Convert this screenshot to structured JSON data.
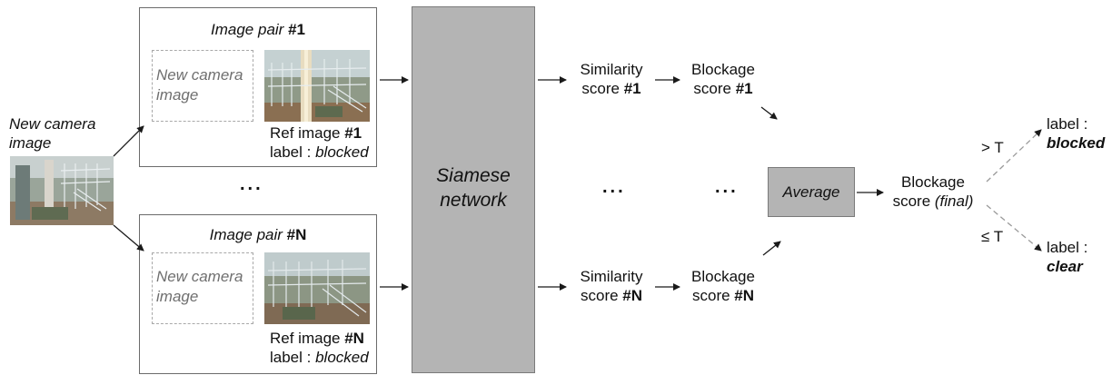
{
  "input": {
    "label_line1": "New camera",
    "label_line2": "image"
  },
  "pairs": [
    {
      "title_prefix": "Image pair ",
      "title_index": "#1",
      "placeholder_line1": "New camera",
      "placeholder_line2": "image",
      "ref_prefix": "Ref image ",
      "ref_index": "#1",
      "label_prefix": "label : ",
      "label_value": "blocked"
    },
    {
      "title_prefix": "Image pair ",
      "title_index": "#N",
      "placeholder_line1": "New camera",
      "placeholder_line2": "image",
      "ref_prefix": "Ref image ",
      "ref_index": "#N",
      "label_prefix": "label : ",
      "label_value": "blocked"
    }
  ],
  "pairs_ellipsis": "...",
  "network": {
    "line1": "Siamese",
    "line2": "network"
  },
  "scores": [
    {
      "sim_line1": "Similarity",
      "sim_prefix": "score ",
      "sim_index": "#1",
      "block_line1": "Blockage",
      "block_prefix": "score ",
      "block_index": "#1"
    },
    {
      "sim_line1": "Similarity",
      "sim_prefix": "score ",
      "sim_index": "#N",
      "block_line1": "Blockage",
      "block_prefix": "score ",
      "block_index": "#N"
    }
  ],
  "scores_ellipsis": "...",
  "average": {
    "label": "Average"
  },
  "final": {
    "line1": "Blockage",
    "line2_prefix": "score ",
    "line2_italic": "(final)"
  },
  "threshold": {
    "above": "> T",
    "below": "≤ T"
  },
  "outputs": {
    "blocked": {
      "prefix": "label :",
      "value": "blocked"
    },
    "clear": {
      "prefix": "label :",
      "value": "clear"
    }
  },
  "colors": {
    "box_gray": "#b4b4b4",
    "dashed_gray": "#a8a8a8",
    "arrow": "#1a1a1a",
    "threshold_arrow": "#9a9a9a"
  }
}
